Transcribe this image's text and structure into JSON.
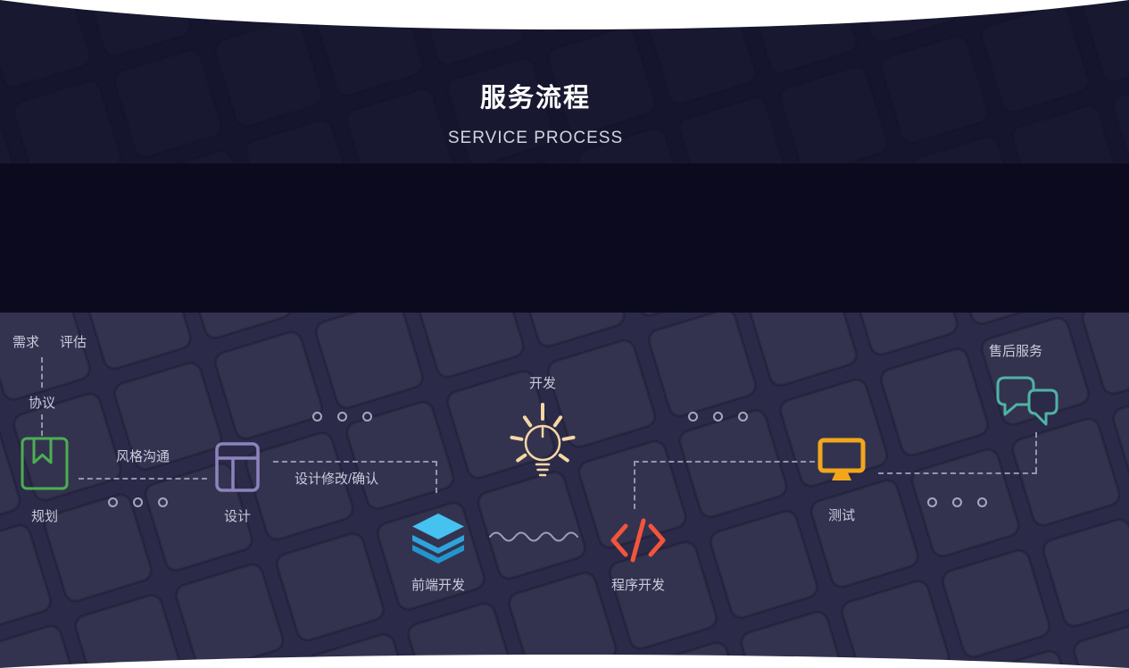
{
  "header": {
    "title": "服务流程",
    "subtitle": "SERVICE PROCESS"
  },
  "flow": {
    "steps": {
      "demand": "需求",
      "evaluate": "评估",
      "agreement": "协议",
      "planning": "规划",
      "style_communication": "风格沟通",
      "design": "设计",
      "design_revision": "设计修改/确认",
      "development": "开发",
      "frontend_dev": "前端开发",
      "program_dev": "程序开发",
      "testing": "测试",
      "after_sales": "售后服务"
    },
    "colors": {
      "planning_book": "#4caf50",
      "design_layout": "#8d83bd",
      "development_bulb": "#f6d7a5",
      "frontend_layers_1": "#45c2f0",
      "frontend_layers_2": "#2da4dc",
      "frontend_layers_3": "#2196cd",
      "program_code": "#f4543c",
      "testing_monitor": "#f2a71b",
      "aftersales_chat": "#4fb3a6"
    }
  }
}
